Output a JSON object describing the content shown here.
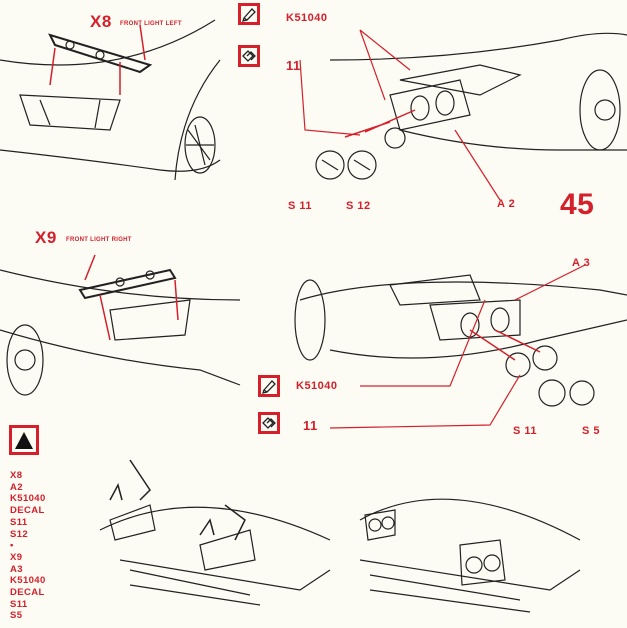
{
  "page_number": "45",
  "steps": {
    "x8": {
      "code": "X8",
      "caption": "FRONT LIGHT LEFT"
    },
    "x9": {
      "code": "X9",
      "caption": "FRONT LIGHT RIGHT"
    }
  },
  "top_right": {
    "part": "K51040",
    "label_11": "11",
    "s11": "S 11",
    "s12": "S 12",
    "a2": "A 2"
  },
  "mid_right": {
    "a3": "A 3",
    "part": "K51040",
    "label_11": "11",
    "s11": "S 11",
    "s5": "S 5"
  },
  "icons": [
    "paint-brush-icon",
    "clear-parts-icon",
    "triangle-warning-icon"
  ],
  "parts_list": [
    "X8",
    "A2",
    "K51040",
    "DECAL",
    "S11",
    "S12",
    "•",
    "X9",
    "A3",
    "K51040",
    "DECAL",
    "S11",
    "S5"
  ],
  "accent_color": "#d5202b"
}
